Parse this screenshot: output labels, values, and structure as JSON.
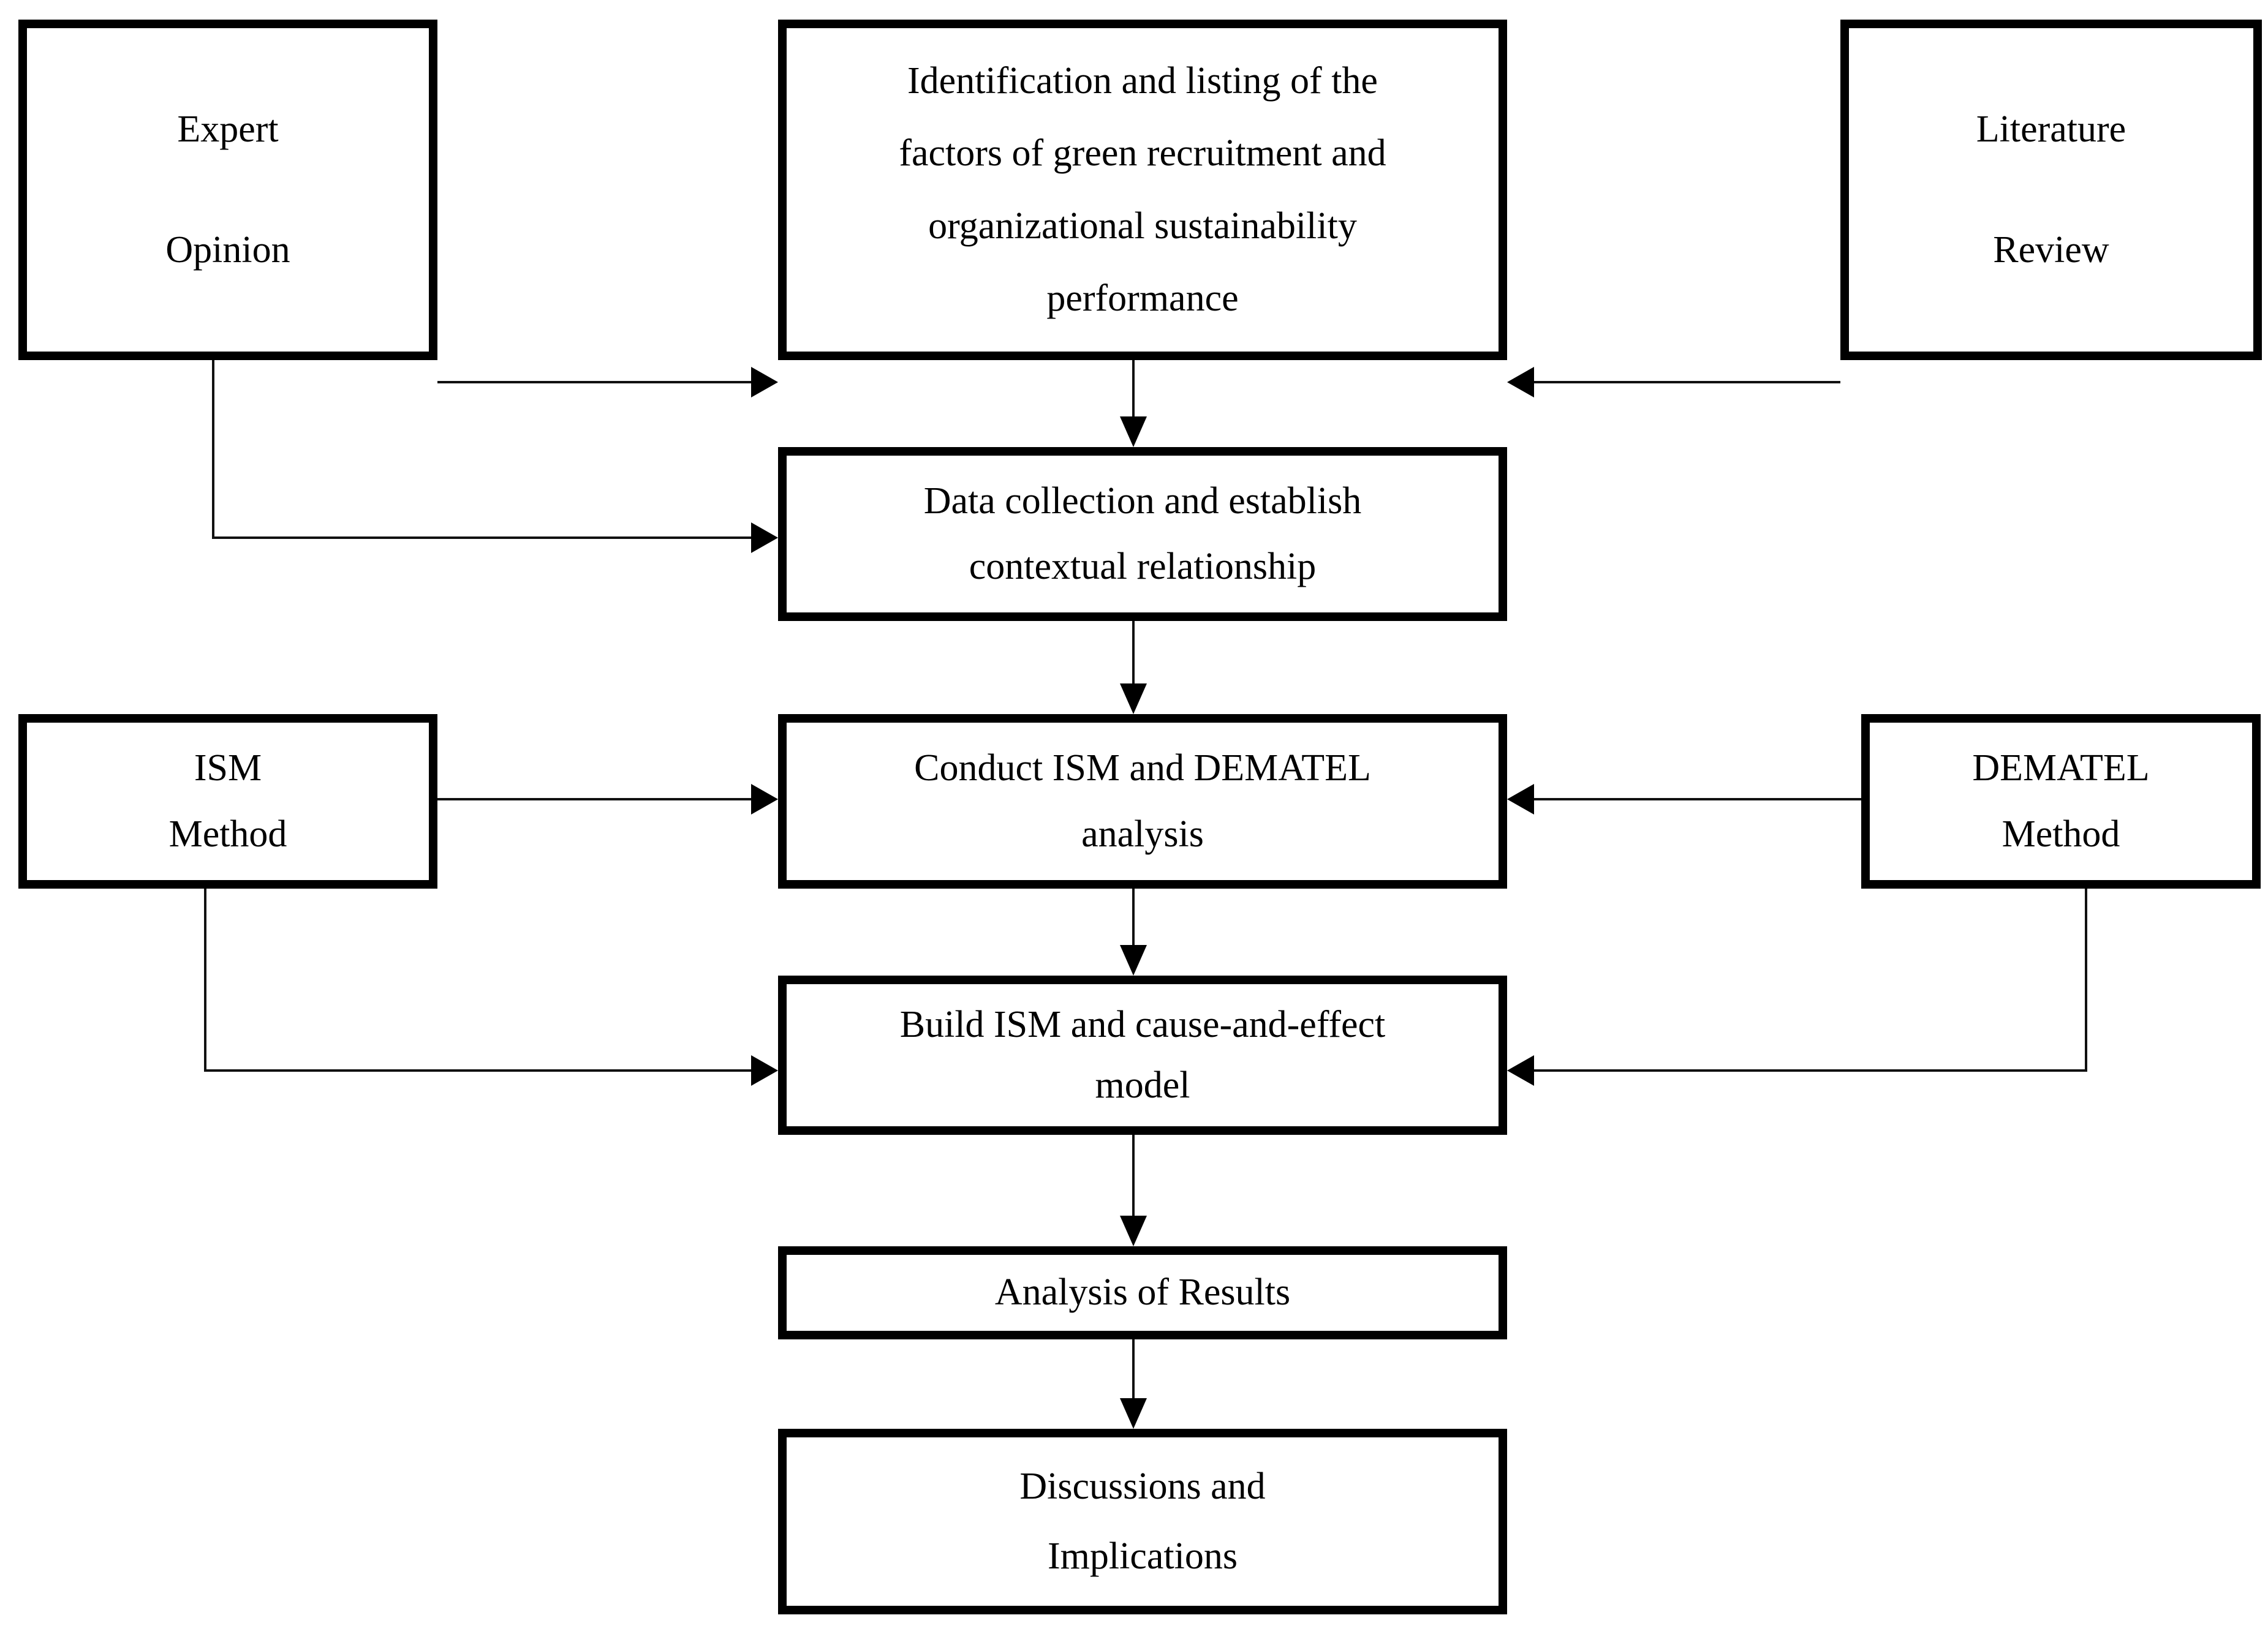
{
  "diagram": {
    "title": "ISM-DEMATEL research methodology flowchart",
    "colors": {
      "background": "#ffffff",
      "box_border": "#000000",
      "box_fill": "#ffffff",
      "text": "#000000",
      "connector": "#111111"
    },
    "boxes": {
      "expert_opinion": {
        "lines": [
          "Expert",
          "Opinion"
        ]
      },
      "identification": {
        "lines": [
          "Identification and listing of the",
          "factors of green recruitment and",
          "organizational sustainability",
          "performance"
        ]
      },
      "literature_review": {
        "lines": [
          "Literature",
          "Review"
        ]
      },
      "data_collection": {
        "lines": [
          "Data collection and establish",
          "contextual relationship"
        ]
      },
      "ism_method": {
        "lines": [
          "ISM",
          "Method"
        ]
      },
      "conduct_analysis": {
        "lines": [
          "Conduct ISM and DEMATEL",
          "analysis"
        ]
      },
      "dematel_method": {
        "lines": [
          "DEMATEL",
          "Method"
        ]
      },
      "build_model": {
        "lines": [
          "Build ISM and cause-and-effect",
          "model"
        ]
      },
      "analysis_results": {
        "lines": [
          "Analysis of Results"
        ]
      },
      "discussions": {
        "lines": [
          "Discussions and",
          "Implications"
        ]
      }
    },
    "edges": [
      {
        "from": "expert_opinion",
        "to": "identification",
        "shape": "straight-right"
      },
      {
        "from": "literature_review",
        "to": "identification",
        "shape": "straight-left"
      },
      {
        "from": "identification",
        "to": "data_collection",
        "shape": "straight-down"
      },
      {
        "from": "expert_opinion",
        "to": "data_collection",
        "shape": "elbow-down-right"
      },
      {
        "from": "data_collection",
        "to": "conduct_analysis",
        "shape": "straight-down"
      },
      {
        "from": "ism_method",
        "to": "conduct_analysis",
        "shape": "straight-right"
      },
      {
        "from": "dematel_method",
        "to": "conduct_analysis",
        "shape": "straight-left"
      },
      {
        "from": "ism_method",
        "to": "build_model",
        "shape": "elbow-down-right"
      },
      {
        "from": "dematel_method",
        "to": "build_model",
        "shape": "elbow-down-left"
      },
      {
        "from": "conduct_analysis",
        "to": "build_model",
        "shape": "straight-down"
      },
      {
        "from": "build_model",
        "to": "analysis_results",
        "shape": "straight-down"
      },
      {
        "from": "analysis_results",
        "to": "discussions",
        "shape": "straight-down"
      }
    ]
  }
}
